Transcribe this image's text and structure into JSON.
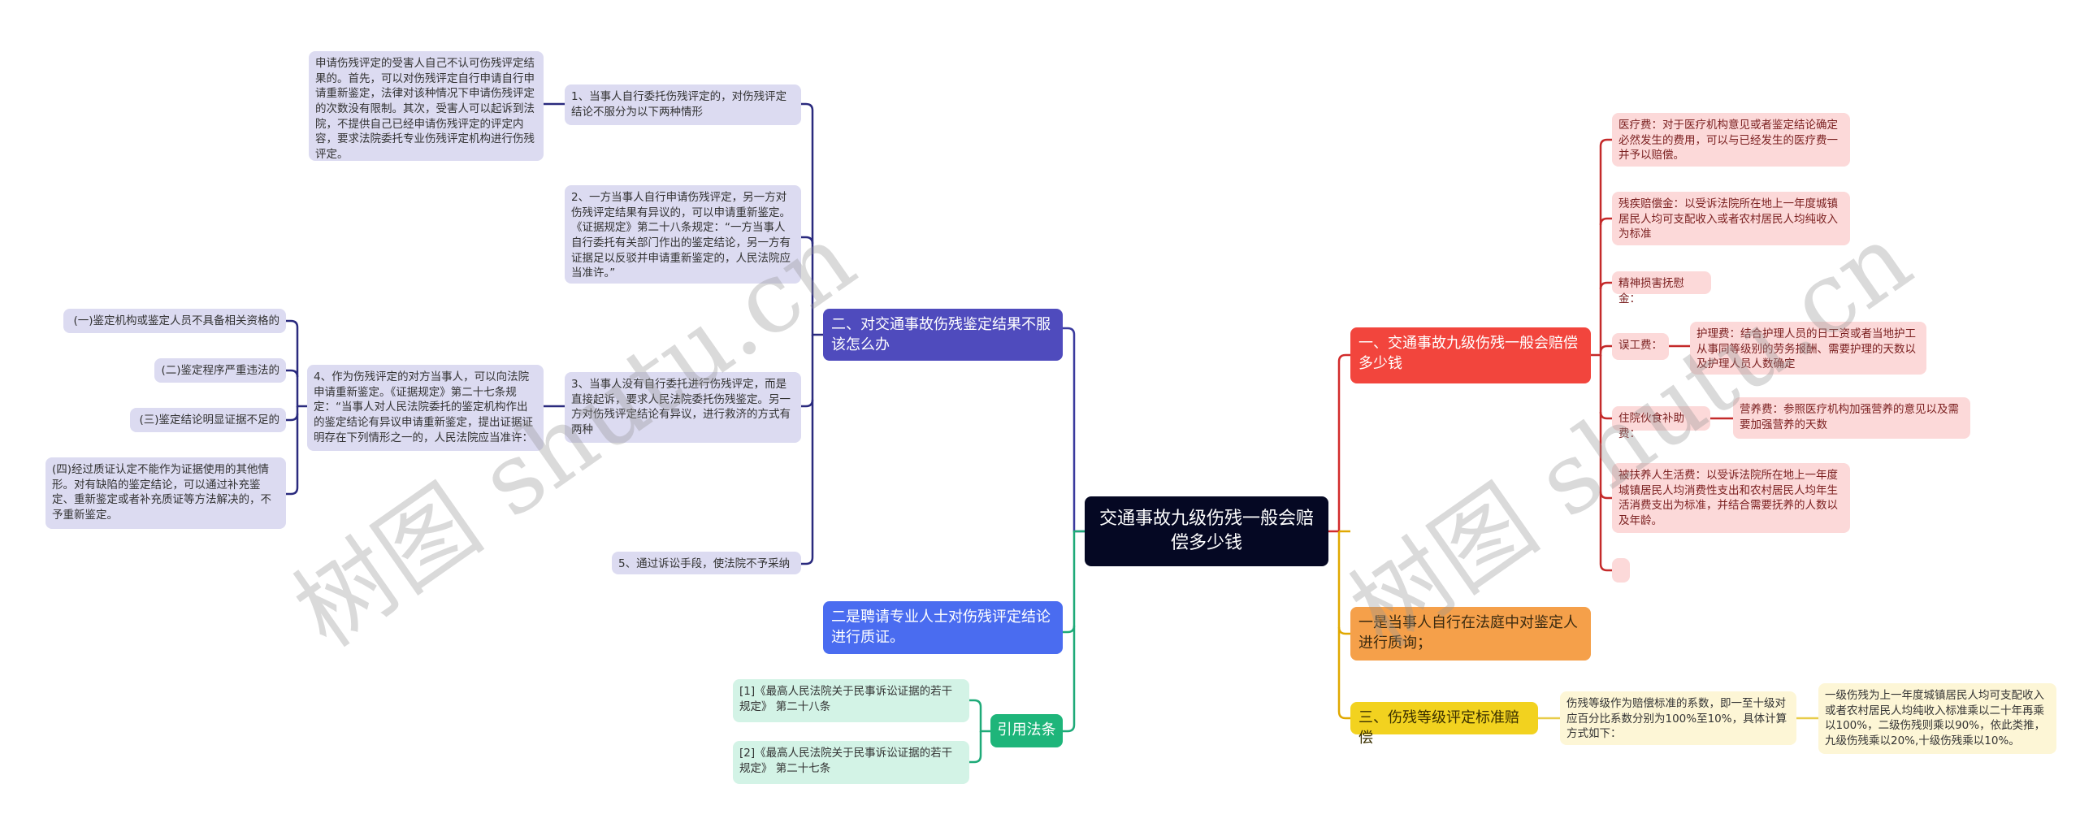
{
  "center": {
    "title": "交通事故九级伤残一般会赔偿多少钱"
  },
  "left": {
    "branch_two": {
      "label": "二、对交通事故伤残鉴定结果不服该怎么办",
      "color": "#4f4bbd",
      "children": {
        "item1": {
          "label": "1、当事人自行委托伤残评定的，对伤残评定结论不服分为以下两种情形",
          "detail": "申请伤残评定的受害人自己不认可伤残评定结果的。首先，可以对伤残评定自行申请自行申请重新鉴定，法律对该种情况下申请伤残评定的次数没有限制。其次，受害人可以起诉到法院，不提供自己已经申请伤残评定的评定内容，要求法院委托专业伤残评定机构进行伤残评定。"
        },
        "item2": {
          "label": "2、一方当事人自行申请伤残评定，另一方对伤残评定结果有异议的，可以申请重新鉴定。《证据规定》第二十八条规定：“一方当事人自行委托有关部门作出的鉴定结论，另一方有证据足以反驳并申请重新鉴定的，人民法院应当准许。”"
        },
        "item3": {
          "label": "3、当事人没有自行委托进行伤残评定，而是直接起诉，要求人民法院委托伤残鉴定。另一方对伤残评定结论有异议，进行救济的方式有两种",
          "item4": {
            "label": "4、作为伤残评定的对方当事人，可以向法院申请重新鉴定。《证据规定》第二十七条规定：“当事人对人民法院委托的鉴定机构作出的鉴定结论有异议申请重新鉴定，提出证据证明存在下列情形之一的，人民法院应当准许：",
            "cases": [
              "(一)鉴定机构或鉴定人员不具备相关资格的",
              "(二)鉴定程序严重违法的",
              "(三)鉴定结论明显证据不足的",
              "(四)经过质证认定不能作为证据使用的其他情形。对有缺陷的鉴定结论，可以通过补充鉴定、重新鉴定或者补充质证等方法解决的，不予重新鉴定。"
            ]
          }
        },
        "item5": {
          "label": "5、通过诉讼手段，使法院不予采纳"
        }
      }
    },
    "branch_expert": {
      "label": "二是聘请专业人士对伤残评定结论进行质证。",
      "color": "#4a6cf0"
    },
    "branch_refs": {
      "label": "引用法条",
      "color": "#1eb57a",
      "refs": [
        "[1]《最高人民法院关于民事诉讼证据的若干规定》 第二十八条",
        "[2]《最高人民法院关于民事诉讼证据的若干规定》 第二十七条"
      ]
    }
  },
  "right": {
    "branch_one": {
      "label": "一、交通事故九级伤残一般会赔偿多少钱",
      "color": "#f2453d",
      "items": {
        "medical": "医疗费：对于医疗机构意见或者鉴定结论确定必然发生的费用，可以与已经发生的医疗费一并予以赔偿。",
        "disability": "残疾赔偿金：以受诉法院所在地上一年度城镇居民人均可支配收入或者农村居民人均纯收入为标准",
        "mental": "精神损害抚慰金：",
        "lost_work": "误工费：",
        "nursing": "护理费：结合护理人员的日工资或者当地护工从事同等级别的劳务报酬、需要护理的天数以及护理人员人数确定",
        "hospital_food": "住院伙食补助费：",
        "nutrition": "营养费：参照医疗机构加强营养的意见以及需要加强营养的天数",
        "dependent": "被扶养人生活费：以受诉法院所在地上一年度城镇居民人均消费性支出和农村居民人均年生活消费支出为标准，并结合需要抚养的人数以及年龄。",
        "empty": ""
      }
    },
    "branch_crossexam": {
      "label": "一是当事人自行在法庭中对鉴定人进行质询；",
      "color": "#f5a04a"
    },
    "branch_three": {
      "label": "三、伤残等级评定标准赔偿",
      "color": "#f2d21f",
      "detail": "伤残等级作为赔偿标准的系数，即一至十级对应百分比系数分别为100%至10%，具体计算方式如下：",
      "formula": "一级伤残为上一年度城镇居民人均可支配收入或者农村居民人均纯收入标准乘以二十年再乘以100%，二级伤残则乘以90%，依此类推，九级伤残乘以20%,十级伤残乘以10%。"
    }
  },
  "watermarks": [
    "树图 shutu.cn",
    "树图 shutu.cn"
  ]
}
